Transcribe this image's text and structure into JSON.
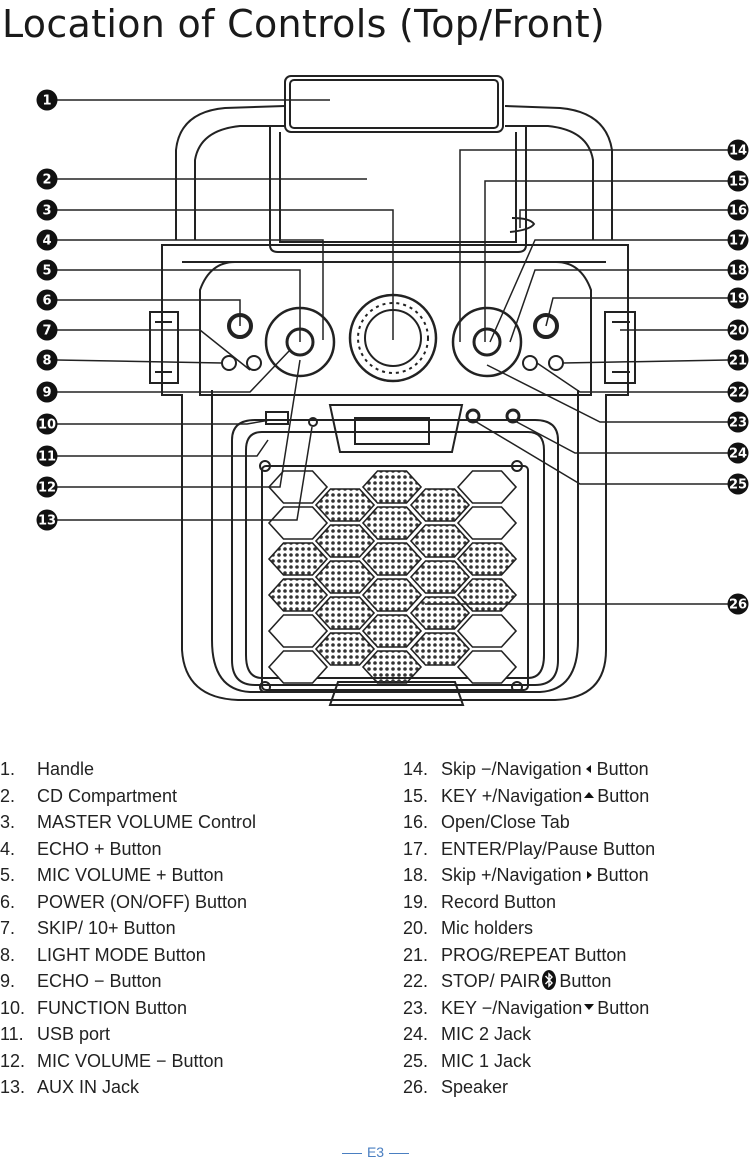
{
  "page": {
    "title": "Location of Controls (Top/Front)",
    "footer": "E3"
  },
  "callouts": [
    "1",
    "2",
    "3",
    "4",
    "5",
    "6",
    "7",
    "8",
    "9",
    "10",
    "11",
    "12",
    "13",
    "14",
    "15",
    "16",
    "17",
    "18",
    "19",
    "20",
    "21",
    "22",
    "23",
    "24",
    "25",
    "26"
  ],
  "legend_left": [
    {
      "num": "1.",
      "label": "Handle"
    },
    {
      "num": "2.",
      "label": "CD Compartment"
    },
    {
      "num": "3.",
      "label": "MASTER VOLUME Control"
    },
    {
      "num": "4.",
      "label": "ECHO + Button"
    },
    {
      "num": "5.",
      "label": "MIC VOLUME + Button"
    },
    {
      "num": "6.",
      "label": "POWER (ON/OFF) Button"
    },
    {
      "num": "7.",
      "label": "SKIP/ 10+ Button"
    },
    {
      "num": "8.",
      "label": "LIGHT MODE Button"
    },
    {
      "num": "9.",
      "label": "ECHO − Button"
    },
    {
      "num": "10.",
      "label": "FUNCTION Button"
    },
    {
      "num": "11.",
      "label": "USB port"
    },
    {
      "num": "12.",
      "label": "MIC VOLUME − Button"
    },
    {
      "num": "13.",
      "label": "AUX IN Jack"
    }
  ],
  "legend_right": [
    {
      "num": "14.",
      "pre": "Skip −/Navigation",
      "icon": "triangle-left-icon",
      "post": "Button"
    },
    {
      "num": "15.",
      "pre": "KEY +/Navigation",
      "icon": "triangle-up-icon",
      "post": "Button"
    },
    {
      "num": "16.",
      "pre": "Open/Close Tab",
      "icon": "",
      "post": ""
    },
    {
      "num": "17.",
      "pre": "ENTER/Play/Pause Button",
      "icon": "",
      "post": ""
    },
    {
      "num": "18.",
      "pre": "Skip +/Navigation",
      "icon": "triangle-right-icon",
      "post": "Button"
    },
    {
      "num": "19.",
      "pre": "Record Button",
      "icon": "",
      "post": ""
    },
    {
      "num": "20.",
      "pre": "Mic holders",
      "icon": "",
      "post": ""
    },
    {
      "num": "21.",
      "pre": "PROG/REPEAT Button",
      "icon": "",
      "post": ""
    },
    {
      "num": "22.",
      "pre": "STOP/ PAIR",
      "icon": "bluetooth-icon",
      "post": "Button"
    },
    {
      "num": "23.",
      "pre": "KEY −/Navigation",
      "icon": "triangle-down-icon",
      "post": "Button"
    },
    {
      "num": "24.",
      "pre": "MIC 2 Jack",
      "icon": "",
      "post": ""
    },
    {
      "num": "25.",
      "pre": "MIC 1 Jack",
      "icon": "",
      "post": ""
    },
    {
      "num": "26.",
      "pre": "Speaker",
      "icon": "",
      "post": ""
    }
  ]
}
